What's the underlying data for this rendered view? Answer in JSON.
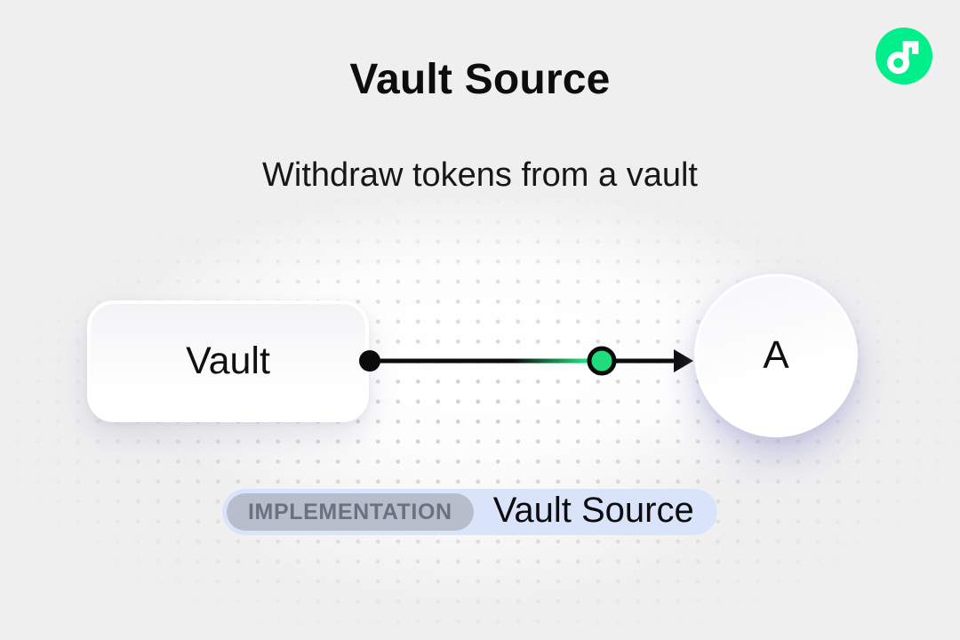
{
  "page": {
    "title": "Vault Source",
    "subtitle": "Withdraw tokens from a vault"
  },
  "logo": {
    "name": "flow-logo",
    "brand_color": "#00EF8B"
  },
  "diagram": {
    "source_node": {
      "label": "Vault",
      "shape": "rounded-rect"
    },
    "target_node": {
      "label": "A",
      "shape": "circle"
    },
    "edge": {
      "from": "Vault",
      "to": "A",
      "line_color": "#0B0B0B",
      "marker_color": "#1FDD7B"
    }
  },
  "badge": {
    "tag": "IMPLEMENTATION",
    "label": "Vault Source",
    "bg_color": "#D9E4FB",
    "tag_bg_color": "#B7BECB",
    "tag_text_color": "#6A7180"
  },
  "colors": {
    "background": "#EFEFF0",
    "text": "#0D0D0F"
  }
}
